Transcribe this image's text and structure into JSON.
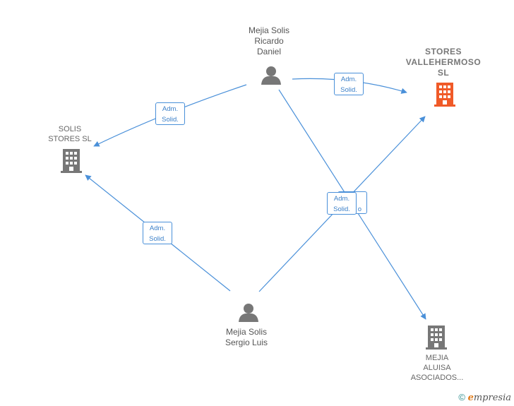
{
  "nodes": {
    "person_ricardo": "Mejia Solis\nRicardo\nDaniel",
    "person_sergio": "Mejia Solis\nSergio Luis",
    "company_stores_vallehermoso": "STORES\nVALLEHERMOSO\nSL",
    "company_solis_stores": "SOLIS\nSTORES  SL",
    "company_mejia_aluisa": "MEJIA\nALUISA\nASOCIADOS..."
  },
  "relations": {
    "line1": "Adm.",
    "line2": "Solid.",
    "hidden_fragment": "o"
  },
  "colors": {
    "edge": "#4a90d9",
    "highlight_company": "#f05a28",
    "company": "#777777",
    "person": "#777777"
  },
  "footer": {
    "copyright": "©",
    "brand_initial": "e",
    "brand_rest": "mpresia"
  }
}
